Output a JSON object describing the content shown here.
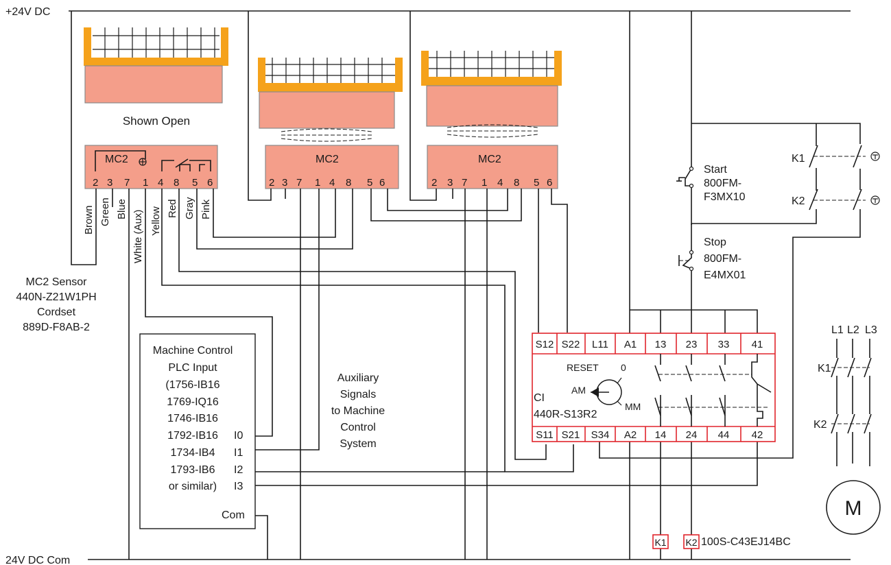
{
  "rails": {
    "top": "+24V DC",
    "bottom": "24V DC Com"
  },
  "switch1": {
    "caption": "Shown Open",
    "module_label": "MC2",
    "pins": [
      "2",
      "3",
      "7",
      "1",
      "4",
      "8",
      "5",
      "6"
    ],
    "wire_colors": [
      "Brown",
      "Green",
      "Blue",
      "White (Aux)",
      "Yellow",
      "Red",
      "Gray",
      "Pink"
    ]
  },
  "switch2": {
    "module_label": "MC2",
    "pins": [
      "2",
      "3",
      "7",
      "1",
      "4",
      "8",
      "5",
      "6"
    ]
  },
  "switch3": {
    "module_label": "MC2",
    "pins": [
      "2",
      "3",
      "7",
      "1",
      "4",
      "8",
      "5",
      "6"
    ]
  },
  "sensor_info": [
    "MC2 Sensor",
    "440N-Z21W1PH",
    "Cordset",
    "889D-F8AB-2"
  ],
  "plc": {
    "lines": [
      "Machine Control",
      "PLC Input",
      "(1756-IB16",
      "1769-IQ16",
      "1746-IB16",
      "1792-IB16",
      "1734-IB4",
      "1793-IB6",
      "or similar)"
    ],
    "inputs": [
      "I0",
      "I1",
      "I2",
      "I3"
    ],
    "com": "Com"
  },
  "aux_text": [
    "Auxiliary",
    "Signals",
    "to Machine",
    "Control",
    "System"
  ],
  "relay": {
    "top_terminals": [
      "S12",
      "S22",
      "L11",
      "A1",
      "13",
      "23",
      "33",
      "41"
    ],
    "bottom_terminals": [
      "S11",
      "S21",
      "S34",
      "A2",
      "14",
      "24",
      "44",
      "42"
    ],
    "reset_label": "RESET",
    "zero_label": "0",
    "am_label": "AM",
    "mm_label": "MM",
    "name": "CI",
    "part": "440R-S13R2"
  },
  "start_button": {
    "label": "Start",
    "part_line1": "800FM-",
    "part_line2": "F3MX10"
  },
  "stop_button": {
    "label": "Stop",
    "part_line1": "800FM-",
    "part_line2": "E4MX01"
  },
  "contactor_aux": {
    "k1": "K1",
    "k2": "K2"
  },
  "coils": {
    "k1": "K1",
    "k2": "K2",
    "part": "100S-C43EJ14BC"
  },
  "motor": {
    "phases": [
      "L1",
      "L2",
      "L3"
    ],
    "k1": "K1",
    "k2": "K2",
    "label": "M"
  },
  "colors": {
    "module_fill": "#f49e8a",
    "gate": "#f5a21b",
    "relay_border": "#e0242b",
    "wire": "#1a1a1a"
  }
}
